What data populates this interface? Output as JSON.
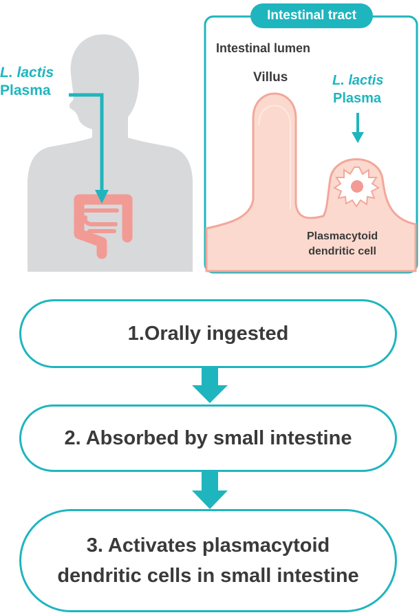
{
  "colors": {
    "teal": "#1fb5be",
    "silhouette": "#d8d9db",
    "pink_fill": "#fbd9ce",
    "pink_line": "#f2a79a",
    "intestine": "#f29a94",
    "text": "#3a3a3a"
  },
  "body_figure": {
    "ingest_label_italic": "L. lactis",
    "ingest_label_plain": "Plasma"
  },
  "intestinal_tract": {
    "badge": "Intestinal tract",
    "lumen_label": "Intestinal lumen",
    "villus_label": "Villus",
    "lactis_label_italic": "L. lactis",
    "lactis_label_plain": "Plasma",
    "cell_label_line1": "Plasmacytoid",
    "cell_label_line2": "dendritic cell"
  },
  "steps": [
    {
      "text": "1.Orally ingested"
    },
    {
      "text": "2. Absorbed by small intestine"
    },
    {
      "text_line1": "3. Activates plasmacytoid",
      "text_line2": "dendritic cells in small intestine"
    }
  ]
}
